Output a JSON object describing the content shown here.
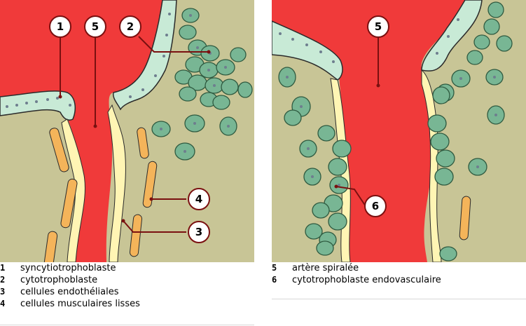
{
  "colors": {
    "blood": "#f03a3a",
    "decidua": "#c8c596",
    "syncytio": "#c8ead6",
    "syncytio_nucleus": "#6e7e8e",
    "cyto": "#78b694",
    "cyto_outline": "#2f5a40",
    "endothelial": "#fff5b4",
    "muscle": "#f4b45a",
    "leader": "#7a1010",
    "outline": "#2a2a2a"
  },
  "left_panel": {
    "callouts": [
      "1",
      "5",
      "2",
      "4",
      "3"
    ]
  },
  "right_panel": {
    "callouts": [
      "5",
      "6"
    ]
  },
  "legend_left": [
    {
      "num": "1",
      "label": "syncytiotrophoblaste"
    },
    {
      "num": "2",
      "label": "cytotrophoblaste"
    },
    {
      "num": "3",
      "label": "cellules endothéliales"
    },
    {
      "num": "4",
      "label": "cellules musculaires lisses"
    }
  ],
  "legend_right": [
    {
      "num": "5",
      "label": "artère spiralée"
    },
    {
      "num": "6",
      "label": "cytotrophoblaste endovasculaire"
    }
  ]
}
